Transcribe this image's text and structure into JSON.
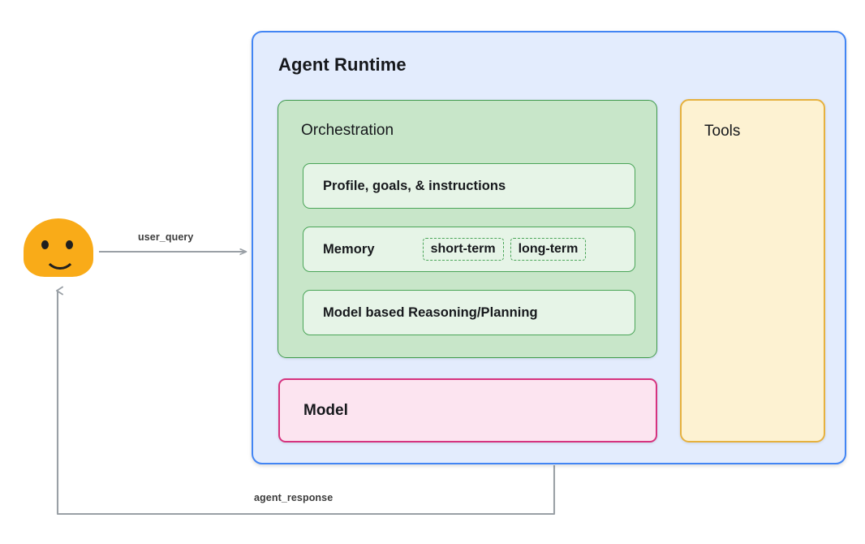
{
  "diagram": {
    "actor": {
      "name": "user-avatar",
      "icon": "smiley-face-icon"
    },
    "edges": [
      {
        "id": "user_query",
        "label": "user_query",
        "direction": "actor-to-runtime"
      },
      {
        "id": "agent_response",
        "label": "agent_response",
        "direction": "runtime-to-actor"
      }
    ],
    "runtime": {
      "title": "Agent Runtime",
      "color": "#4285f4",
      "fill": "#e3ecfd",
      "orchestration": {
        "title": "Orchestration",
        "color": "#3f9a4d",
        "fill": "#c8e6c9",
        "rows": [
          {
            "id": "profile",
            "label": "Profile, goals, & instructions",
            "chips": []
          },
          {
            "id": "memory",
            "label": "Memory",
            "chips": [
              "short-term",
              "long-term"
            ]
          },
          {
            "id": "reasoning",
            "label": "Model based Reasoning/Planning",
            "chips": []
          }
        ]
      },
      "model": {
        "title": "Model",
        "color": "#d6337f",
        "fill": "#fce4f0"
      },
      "tools": {
        "title": "Tools",
        "color": "#e6b13e",
        "fill": "#fdf2d2"
      }
    },
    "connector_color": "#9aa0a6"
  }
}
